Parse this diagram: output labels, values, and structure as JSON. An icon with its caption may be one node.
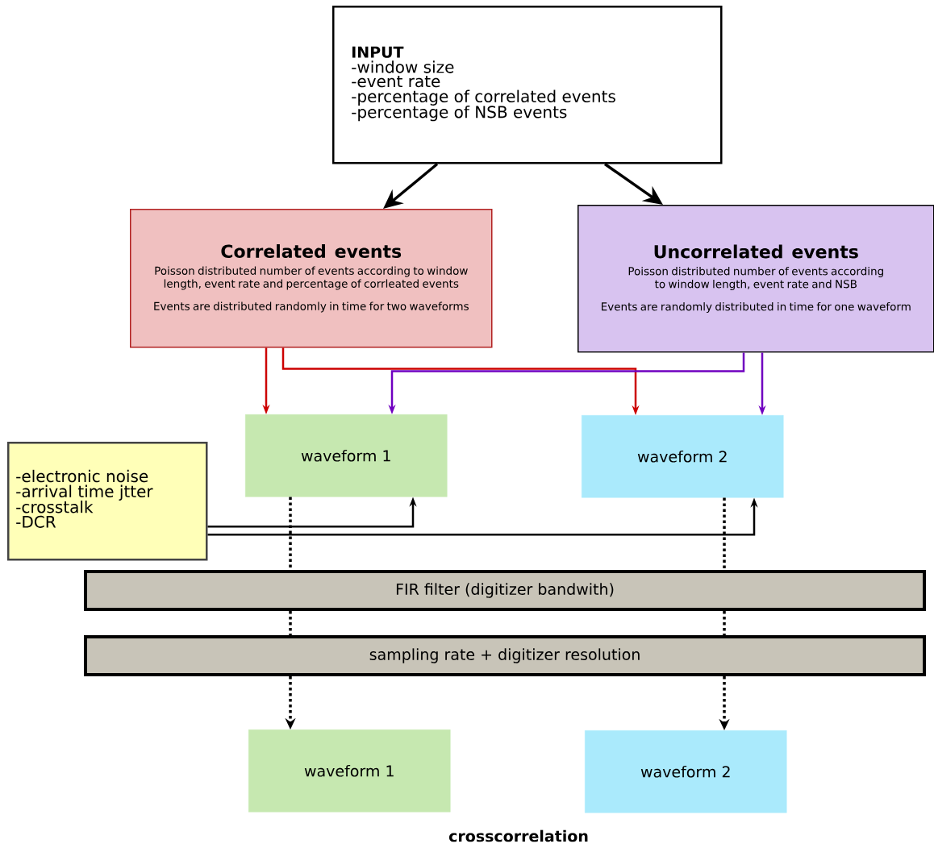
{
  "diagram": {
    "nodes": [
      {
        "text": [
          "INPUT",
          "-window size",
          "-event rate",
          "-percentage of correlated events",
          "-percentage of NSB events"
        ]
      },
      {
        "text": [
          "Correlated events",
          "Poisson distributed number of events according to window length, event rate and percentage of corrleated events",
          "Events are distributed randomly in time for two waveforms"
        ]
      },
      {
        "text": [
          "Uncorrelated events",
          "Poisson distributed number of events according to window length, event rate and NSB",
          "Events are randomly distributed in time for one waveform"
        ]
      },
      {
        "text": [
          "-electronic noise",
          "-arrival time jtter",
          "-crosstalk",
          "-DCR"
        ]
      },
      {
        "text": [
          "waveform 1"
        ]
      },
      {
        "text": [
          "waveform 2"
        ]
      },
      {
        "text": [
          "FIR filter (digitizer bandwith)"
        ]
      },
      {
        "text": [
          "sampling rate + digitizer resolution"
        ]
      },
      {
        "text": [
          "waveform 1"
        ]
      },
      {
        "text": [
          "waveform 2"
        ]
      }
    ],
    "edges": [
      {
        "from": 0,
        "to": 1,
        "arrow": "to"
      },
      {
        "from": 0,
        "to": 2,
        "arrow": "to"
      },
      {
        "from": 1,
        "to": 4,
        "arrow": "to",
        "color": "#cc0000"
      },
      {
        "from": 1,
        "to": 5,
        "arrow": "to",
        "color": "#cc0000"
      },
      {
        "from": 2,
        "to": 4,
        "arrow": "to",
        "color": "#7000c0"
      },
      {
        "from": 2,
        "to": 5,
        "arrow": "to",
        "color": "#7000c0"
      },
      {
        "from": 3,
        "to": 4,
        "arrow": "to"
      },
      {
        "from": 3,
        "to": 5,
        "arrow": "to"
      },
      {
        "from": 4,
        "to": 6,
        "arrow": "none",
        "style": "dashed"
      },
      {
        "from": 6,
        "to": 7,
        "arrow": "none",
        "style": "dashed"
      },
      {
        "from": 7,
        "to": 8,
        "arrow": "to",
        "style": "dashed"
      },
      {
        "from": 5,
        "to": 6,
        "arrow": "none",
        "style": "dashed"
      },
      {
        "from": 6,
        "to": 7,
        "arrow": "none",
        "style": "dashed"
      },
      {
        "from": 7,
        "to": 9,
        "arrow": "to",
        "style": "dashed"
      }
    ],
    "labels": [
      "crosscorrelation"
    ]
  }
}
